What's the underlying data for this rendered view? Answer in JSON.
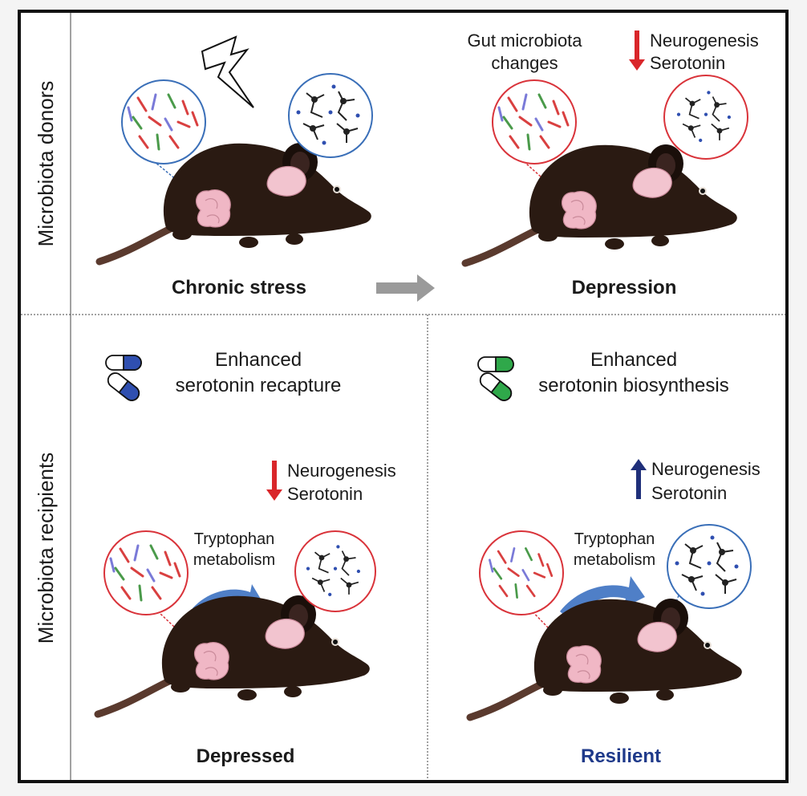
{
  "side_labels": {
    "top": "Microbiota donors",
    "bottom": "Microbiota recipients"
  },
  "panels": {
    "stress": {
      "label": "Chronic stress"
    },
    "depression": {
      "label": "Depression",
      "changes_line1": "Gut microbiota",
      "changes_line2": "changes",
      "marker_line1": "Neurogenesis",
      "marker_line2": "Serotonin",
      "marker_direction": "down"
    },
    "depressed": {
      "label": "Depressed",
      "drug_line1": "Enhanced",
      "drug_line2": "serotonin recapture",
      "marker_line1": "Neurogenesis",
      "marker_line2": "Serotonin",
      "marker_direction": "down",
      "metab_line1": "Tryptophan",
      "metab_line2": "metabolism"
    },
    "resilient": {
      "label": "Resilient",
      "drug_line1": "Enhanced",
      "drug_line2": "serotonin biosynthesis",
      "marker_line1": "Neurogenesis",
      "marker_line2": "Serotonin",
      "marker_direction": "up",
      "metab_line1": "Tryptophan",
      "metab_line2": "metabolism"
    }
  },
  "colors": {
    "down_arrow": "#d9262a",
    "up_arrow": "#1f2f7a",
    "resilient_label": "#1f3a8a",
    "pill_blue": "#2f4fb0",
    "pill_green": "#2fa84a",
    "mouse_body": "#2a1a12",
    "mouse_tail": "#5a3a2e",
    "gut_pink": "#f0b7c5",
    "brain_pink": "#f2c4cf",
    "circle_blue": "#3a6fb8",
    "circle_red": "#d9333a",
    "curve_arrow": "#4f7fc7"
  }
}
